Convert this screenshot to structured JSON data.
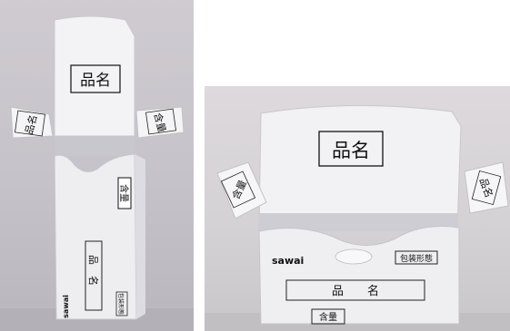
{
  "left_box": {
    "lid_label": "品名",
    "left_flap_label": "品名",
    "right_flap_label": "含量",
    "side_label": "含量",
    "front_label": "品名",
    "front_small_label": "包装形態",
    "brand": "sawai"
  },
  "right_box": {
    "lid_label": "品名",
    "left_flap_label": "含量",
    "right_flap_label": "品名",
    "brand": "sawai",
    "pack_label": "包装形態",
    "product_name": "品　　名",
    "strength": "含量"
  },
  "colors": {
    "box_white": "#f2f2f4",
    "box_shadow": "#d8d8de",
    "ink": "#111111"
  }
}
